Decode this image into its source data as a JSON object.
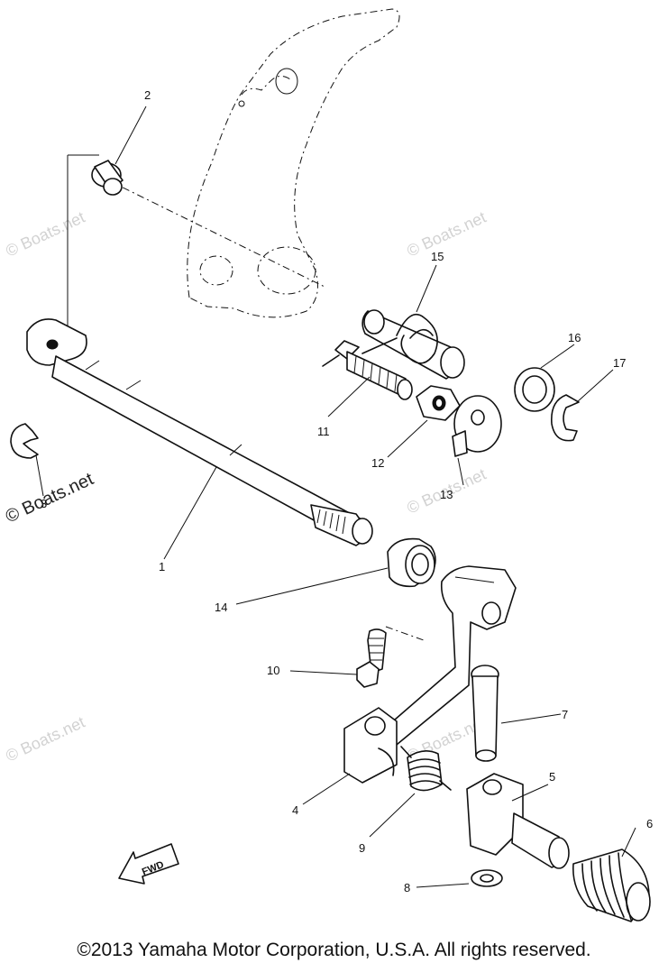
{
  "part_labels": {
    "p1": "1",
    "p2": "2",
    "p3": "3",
    "p4": "4",
    "p5": "5",
    "p6": "6",
    "p7": "7",
    "p8": "8",
    "p9": "9",
    "p10": "10",
    "p11": "11",
    "p12": "12",
    "p13": "13",
    "p14": "14",
    "p15": "15",
    "p16": "16",
    "p17": "17"
  },
  "watermark": "© Boats.net",
  "fwd_label": "FWD",
  "copyright": "©2013 Yamaha Motor Corporation, U.S.A. All rights reserved."
}
